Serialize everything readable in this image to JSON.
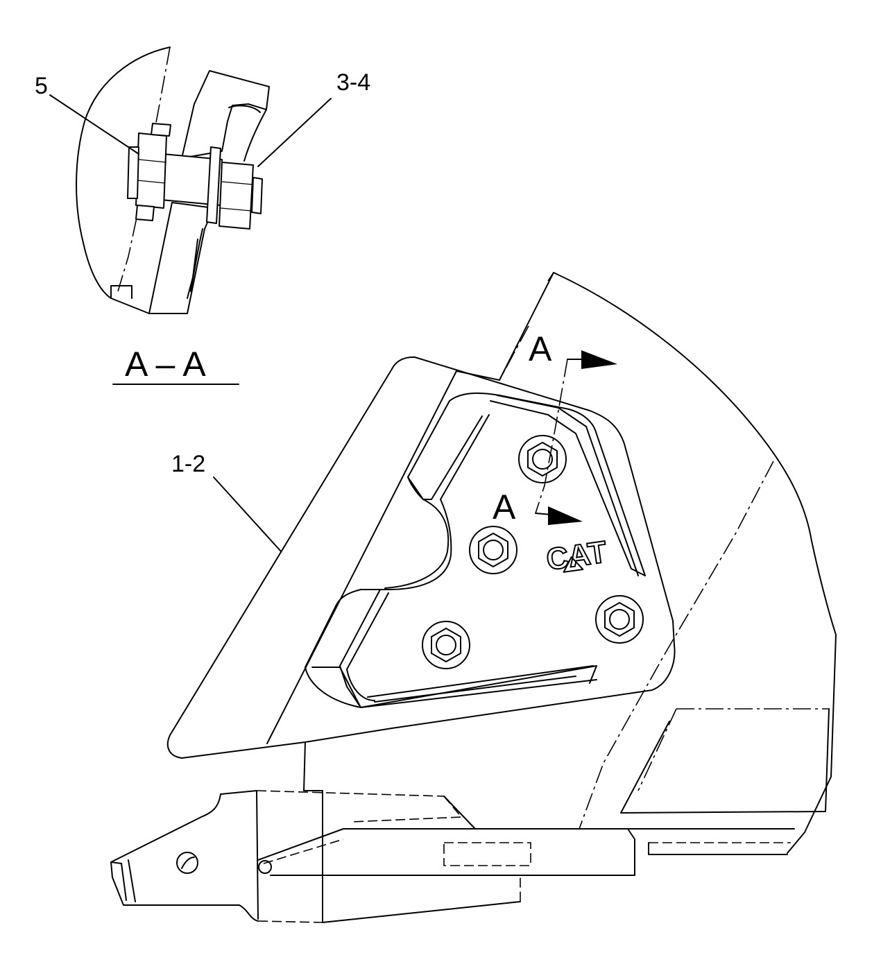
{
  "callouts": {
    "item_5": "5",
    "item_3_4": "3-4",
    "item_1_2": "1-2"
  },
  "section_view": {
    "title": "A – A",
    "marker_top": "A",
    "marker_bottom": "A"
  },
  "brand": {
    "logo_text": "CAT"
  }
}
